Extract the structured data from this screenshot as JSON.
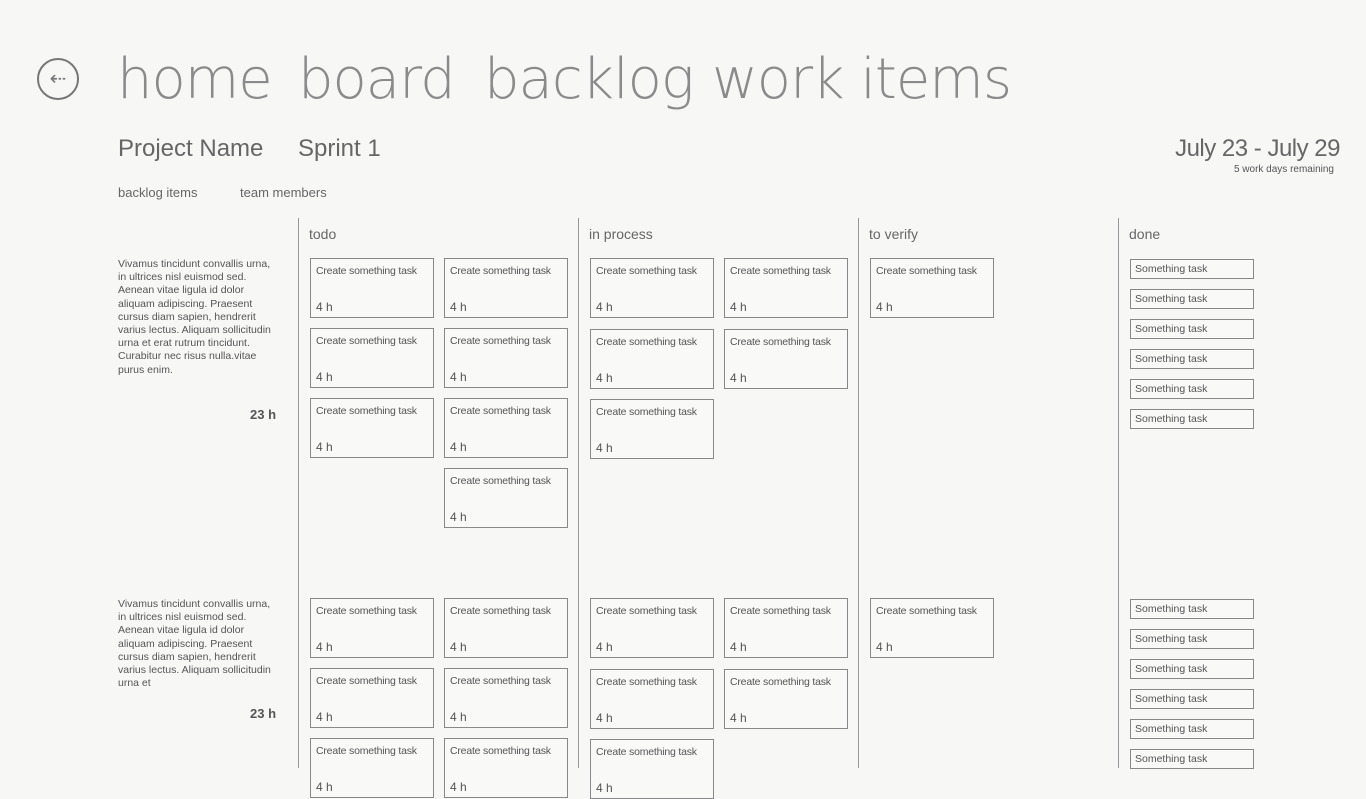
{
  "nav": {
    "back_icon": "back-arrow-circle-icon",
    "items": [
      "home",
      "board",
      "backlog",
      "work items"
    ]
  },
  "header": {
    "project_name": "Project Name",
    "sprint_name": "Sprint 1",
    "date_range": "July 23 - July 29",
    "days_remaining": "5 work days remaining"
  },
  "subnav": {
    "backlog_items": "backlog items",
    "team_members": "team members"
  },
  "columns": [
    "todo",
    "in process",
    "to verify",
    "done"
  ],
  "stories": [
    {
      "text": "Vivamus tincidunt convallis urna, in ultrices nisl euismod sed. Aenean vitae ligula id dolor aliquam adipiscing. Praesent cursus diam sapien, hendrerit varius lectus. Aliquam sollicitudin urna et erat rutrum tincidunt. Curabitur nec risus nulla.vitae purus enim.",
      "hours": "23 h"
    },
    {
      "text": "Vivamus tincidunt convallis urna, in ultrices nisl euismod sed. Aenean vitae ligula id dolor aliquam adipiscing. Praesent cursus diam sapien, hendrerit varius lectus. Aliquam sollicitudin urna et",
      "hours": "23 h"
    }
  ],
  "task_title": "Create something task",
  "task_hours": "4 h",
  "done_task_title": "Something task"
}
